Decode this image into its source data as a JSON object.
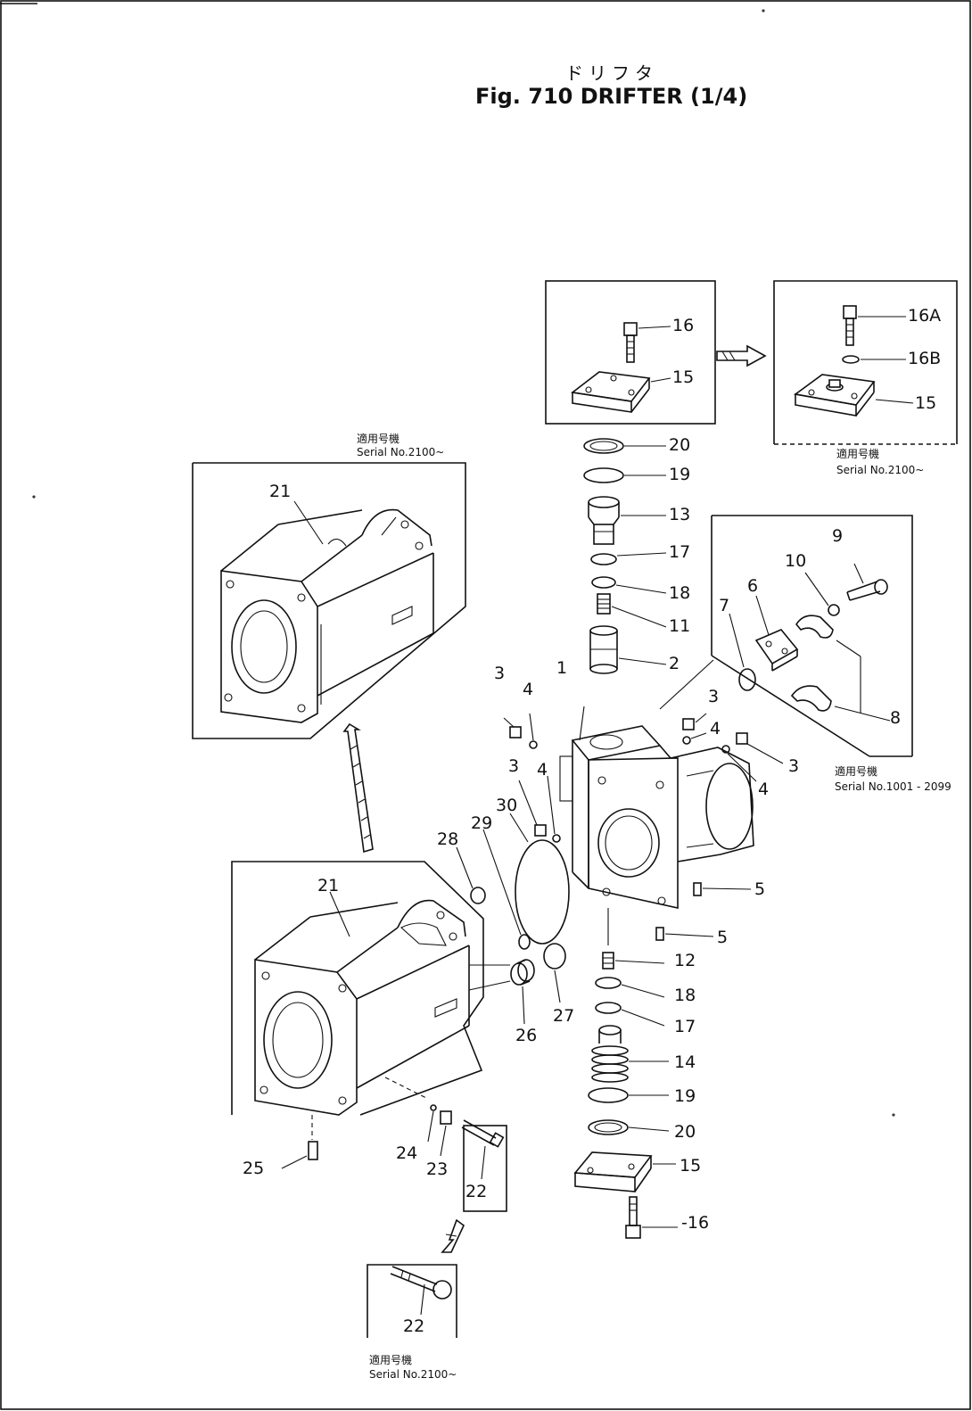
{
  "title": {
    "japanese": "ドリフタ",
    "main": "Fig. 710 DRIFTER (1/4)"
  },
  "inset_top_left": {
    "serial_jp": "適用号機",
    "serial": "Serial No.2100~"
  },
  "inset_top_right": {
    "serial_jp": "適用号機",
    "serial": "Serial No.2100~"
  },
  "inset_right": {
    "serial_jp": "適用号機",
    "serial": "Serial No.1001 - 2099"
  },
  "inset_bottom": {
    "serial_jp": "適用号機",
    "serial": "Serial No.2100~"
  },
  "callouts": {
    "c1": "1",
    "c2": "2",
    "c3a": "3",
    "c3b": "3",
    "c3c": "3",
    "c3d": "3",
    "c4a": "4",
    "c4b": "4",
    "c4c": "4",
    "c4d": "4",
    "c5a": "5",
    "c5b": "5",
    "c6": "6",
    "c7": "7",
    "c8": "8",
    "c9": "9",
    "c10": "10",
    "c11": "11",
    "c12": "12",
    "c13": "13",
    "c14": "14",
    "c15a": "15",
    "c15b": "15",
    "c15c": "15",
    "c16a": "16",
    "c16b": "-16",
    "c16A": "16A",
    "c16B": "16B",
    "c17a": "17",
    "c17b": "17",
    "c18a": "18",
    "c18b": "18",
    "c19a": "19",
    "c19b": "19",
    "c20a": "20",
    "c20b": "20",
    "c21a": "21",
    "c21b": "21",
    "c22a": "22",
    "c22b": "22",
    "c23": "23",
    "c24": "24",
    "c25": "25",
    "c26": "26",
    "c27": "27",
    "c28": "28",
    "c29": "29",
    "c30": "30"
  }
}
